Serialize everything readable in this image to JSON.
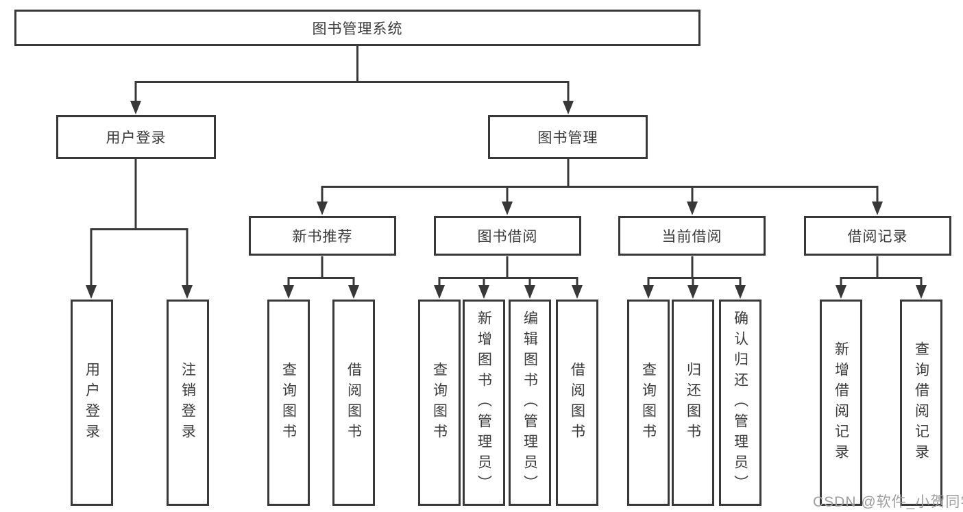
{
  "tree": {
    "root": {
      "label": "图书管理系统"
    },
    "branches": [
      {
        "label": "用户登录",
        "children": [
          {
            "label": "用户登录"
          },
          {
            "label": "注销登录"
          }
        ]
      },
      {
        "label": "图书管理",
        "sections": [
          {
            "label": "新书推荐",
            "children": [
              {
                "label": "查询图书"
              },
              {
                "label": "借阅图书"
              }
            ]
          },
          {
            "label": "图书借阅",
            "children": [
              {
                "label": "查询图书"
              },
              {
                "label": "新增图书（管理员）"
              },
              {
                "label": "编辑图书（管理员）"
              },
              {
                "label": "借阅图书"
              }
            ]
          },
          {
            "label": "当前借阅",
            "children": [
              {
                "label": "查询图书"
              },
              {
                "label": "归还图书"
              },
              {
                "label": "确认归还（管理员）"
              }
            ]
          },
          {
            "label": "借阅记录",
            "children": [
              {
                "label": "新增借阅记录"
              },
              {
                "label": "查询借阅记录"
              }
            ]
          }
        ]
      }
    ]
  },
  "watermark": {
    "text": "CSDN @软件_小贺同学"
  },
  "colors": {
    "line": "#383838",
    "text": "#3a3a3a",
    "watermark": "#9d9d9d",
    "background": "#ffffff"
  }
}
